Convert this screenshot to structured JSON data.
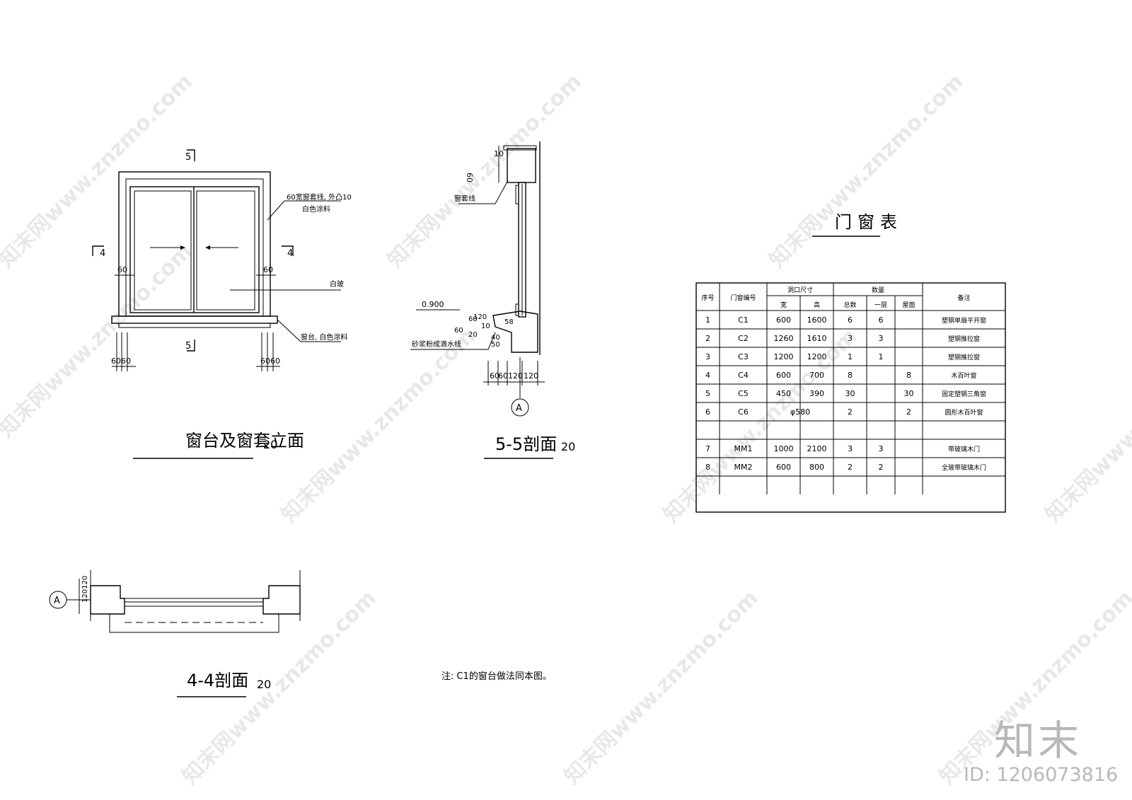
{
  "elevation": {
    "title": "窗台及窗套立面",
    "scale": "20",
    "section_mark_5": "5",
    "section_mark_4": "4",
    "label_trim": "60宽窗套线, 外凸10",
    "label_trim_color": "白色涂料",
    "label_glass": "白玻",
    "label_sill": "窗台, 白色涂料",
    "dim_60": "60",
    "dim_bottom": "6060"
  },
  "section55": {
    "title": "5-5剖面",
    "scale": "20",
    "dim_top": "10",
    "dim_60": "60",
    "label_trim": "窗套线",
    "level": "0.900",
    "label_drip": "砂浆粉成滴水线",
    "dims_left": [
      "60",
      "60",
      "20",
      "10",
      "40",
      "50"
    ],
    "dim_120": "120",
    "dim_58": "58",
    "dims_bottom": [
      "60",
      "60",
      "120",
      "120"
    ],
    "axis": "A"
  },
  "section44": {
    "title": "4-4剖面",
    "scale": "20",
    "dims": "120120",
    "axis": "A"
  },
  "note": "注: C1的窗台做法同本图。",
  "table": {
    "title": "门窗表",
    "headers": {
      "no": "序号",
      "code": "门窗编号",
      "size": "洞口尺寸",
      "width": "宽",
      "height": "高",
      "qty": "数量",
      "total": "总数",
      "floor1": "一层",
      "roof": "屋面",
      "remark": "备注"
    },
    "rows": [
      {
        "no": "1",
        "code": "C1",
        "w": "600",
        "h": "1600",
        "total": "6",
        "f1": "6",
        "roof": "",
        "remark": "塑钢单扇平开窗"
      },
      {
        "no": "2",
        "code": "C2",
        "w": "1260",
        "h": "1610",
        "total": "3",
        "f1": "3",
        "roof": "",
        "remark": "塑钢推拉窗"
      },
      {
        "no": "3",
        "code": "C3",
        "w": "1200",
        "h": "1200",
        "total": "1",
        "f1": "1",
        "roof": "",
        "remark": "塑钢推拉窗"
      },
      {
        "no": "4",
        "code": "C4",
        "w": "600",
        "h": "700",
        "total": "8",
        "f1": "",
        "roof": "8",
        "remark": "木百叶窗"
      },
      {
        "no": "5",
        "code": "C5",
        "w": "450",
        "h": "390",
        "total": "30",
        "f1": "",
        "roof": "30",
        "remark": "固定塑钢三角窗"
      },
      {
        "no": "6",
        "code": "C6",
        "w": "φ580",
        "h": "",
        "total": "2",
        "f1": "",
        "roof": "2",
        "remark": "圆形木百叶窗"
      },
      {
        "no": "",
        "code": "",
        "w": "",
        "h": "",
        "total": "",
        "f1": "",
        "roof": "",
        "remark": ""
      },
      {
        "no": "7",
        "code": "MM1",
        "w": "1000",
        "h": "2100",
        "total": "3",
        "f1": "3",
        "roof": "",
        "remark": "带玻璃木门"
      },
      {
        "no": "8",
        "code": "MM2",
        "w": "600",
        "h": "800",
        "total": "2",
        "f1": "2",
        "roof": "",
        "remark": "全玻带玻璃木门"
      },
      {
        "no": "",
        "code": "",
        "w": "",
        "h": "",
        "total": "",
        "f1": "",
        "roof": "",
        "remark": ""
      }
    ]
  },
  "watermark": "知末网www.znzmo.com",
  "logo": "知末",
  "logo_id": "ID: 1206073816"
}
